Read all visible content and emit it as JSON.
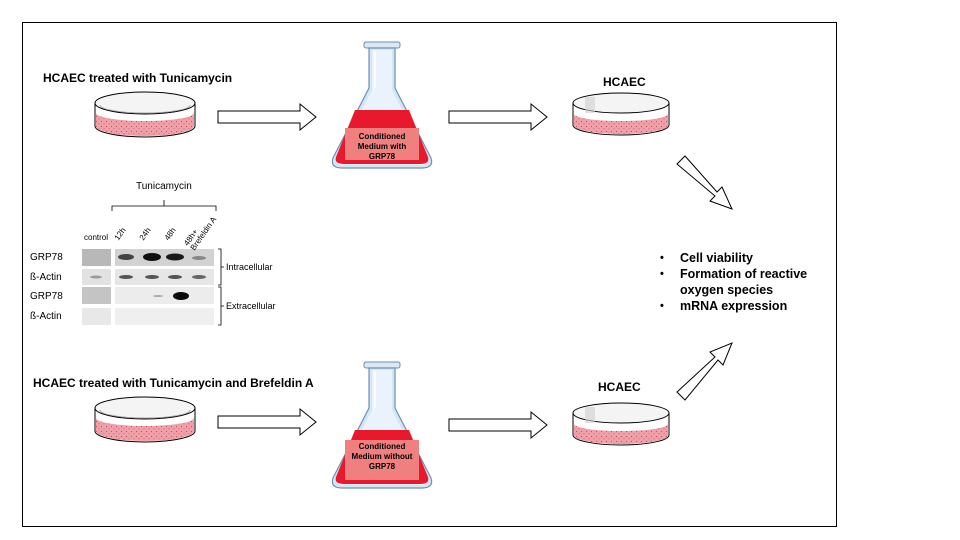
{
  "top_row": {
    "condition_label": "HCAEC treated with Tunicamycin",
    "flask_label": "Conditioned Medium with GRP78",
    "target_label": "HCAEC"
  },
  "bottom_row": {
    "condition_label": "HCAEC treated with Tunicamycin and Brefeldin A",
    "flask_label": "Conditioned Medium without GRP78",
    "target_label": "HCAEC"
  },
  "blot": {
    "treatment_label": "Tunicamycin",
    "lanes": [
      "control",
      "12h",
      "24h",
      "48h",
      "48h+ Brefeldin A"
    ],
    "rows": [
      "GRP78",
      "ß-Actin",
      "GRP78",
      "ß-Actin"
    ],
    "groups": [
      "Intracellular",
      "Extracellular"
    ]
  },
  "readouts": [
    "Cell viability",
    "Formation of reactive oxygen species",
    "mRNA expression"
  ],
  "colors": {
    "dish_medium": "#f0a0a8",
    "flask_liquid": "#e8192c",
    "flask_glass": "#b7d3ea",
    "flask_label_box": "#f08080"
  }
}
